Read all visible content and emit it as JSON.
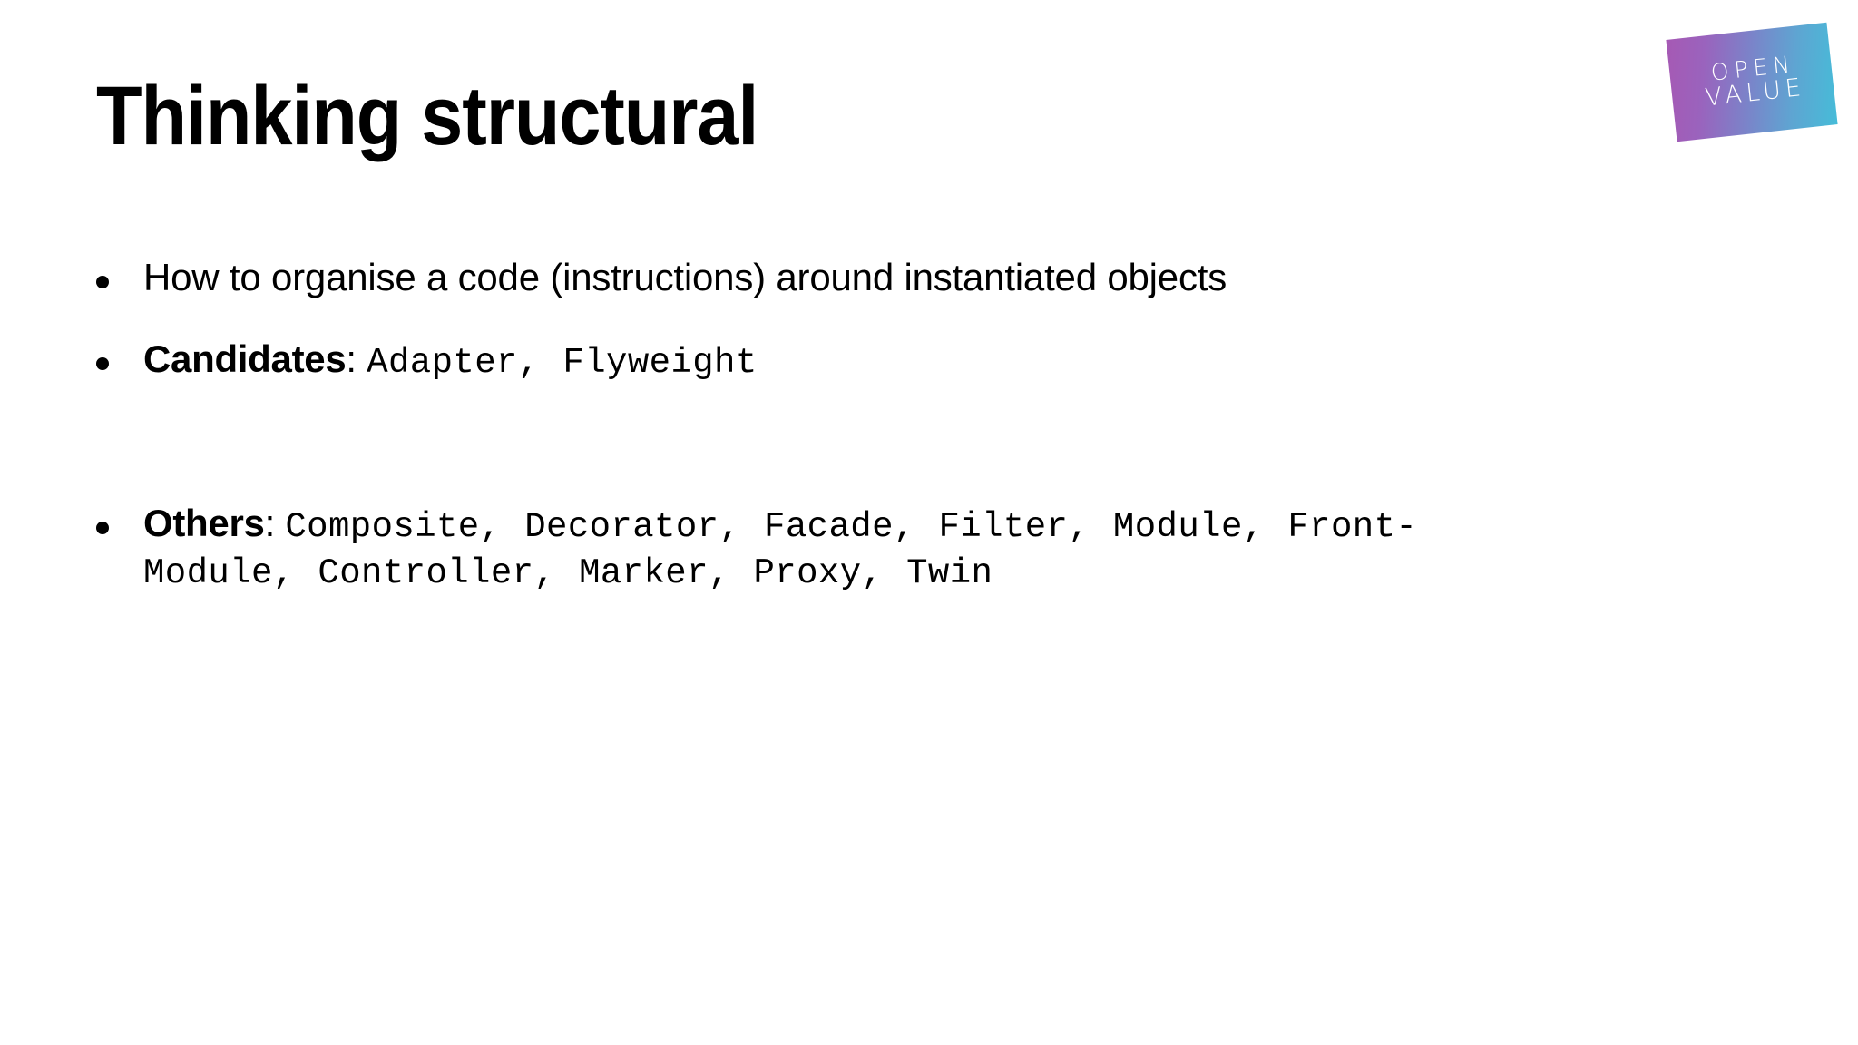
{
  "slide": {
    "title": "Thinking structural",
    "background_color": "#ffffff",
    "text_color": "#000000"
  },
  "logo": {
    "name": "openvalue-logo",
    "line1": "OPEN",
    "line2": "VALUE",
    "gradient_from": "#a659b4",
    "gradient_to": "#46bcd8",
    "text_color": "#ffffff"
  },
  "bullets": [
    {
      "id": "bullet-organise",
      "text": "How to organise a code (instructions) around instantiated objects"
    },
    {
      "id": "bullet-candidates",
      "label": "Candidates",
      "separator": ":",
      "values": "Adapter, Flyweight"
    },
    {
      "id": "bullet-spacer",
      "text": ""
    },
    {
      "id": "bullet-others",
      "label": "Others",
      "separator": ":",
      "values": "Composite, Decorator, Facade, Filter, Module, Front-",
      "values_line2": "Module, Controller, Marker, Proxy, Twin"
    }
  ]
}
